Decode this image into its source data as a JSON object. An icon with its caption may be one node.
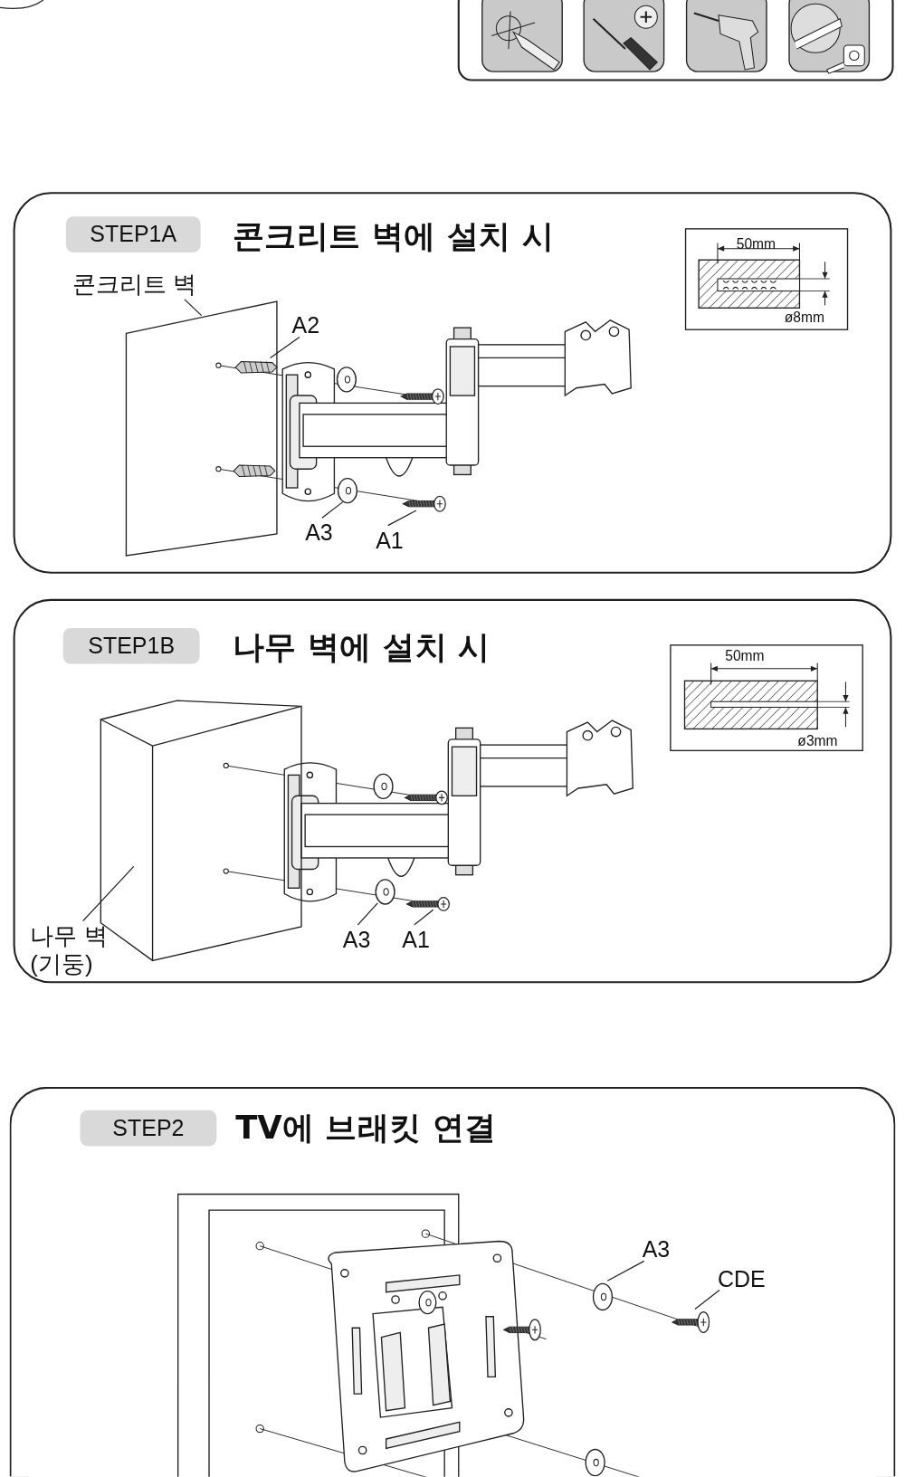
{
  "diagram": {
    "nodes": [
      {
        "text": [
          "콘크리트 벽에 설치 시"
        ]
      },
      {
        "text": [
          "STEP1A"
        ],
        "in": 0
      },
      {
        "text": [
          "콘크리트 벽"
        ],
        "in": 0
      },
      {
        "text": [],
        "shape": "picture",
        "in": 0
      },
      {
        "text": [
          "A2"
        ],
        "in": 0
      },
      {
        "text": [],
        "shape": "picture",
        "in": 3
      },
      {
        "text": [
          "A3"
        ],
        "in": 0
      },
      {
        "text": [],
        "shape": "picture",
        "in": 0
      },
      {
        "text": [
          "A1"
        ],
        "in": 0
      },
      {
        "text": [],
        "shape": "picture",
        "in": 0
      },
      {
        "text": [
          "나무 벽에 설치 시"
        ]
      },
      {
        "text": [
          "STEP1B"
        ],
        "in": 10
      },
      {
        "text": [
          "나무 벽 (기둥)"
        ],
        "in": 10
      },
      {
        "text": [],
        "shape": "picture",
        "in": 10
      },
      {
        "text": [
          "A3"
        ],
        "in": 10
      },
      {
        "text": [],
        "shape": "picture",
        "in": 10
      },
      {
        "text": [
          "A1"
        ],
        "in": 10
      },
      {
        "text": [],
        "shape": "picture",
        "in": 10
      },
      {
        "text": [
          "TV에 브래킷 연결"
        ]
      },
      {
        "text": [
          "STEP2"
        ],
        "in": 18
      },
      {
        "text": [
          "A3"
        ],
        "in": 18
      },
      {
        "text": [],
        "shape": "picture",
        "in": 18
      },
      {
        "text": [
          "CDE"
        ],
        "in": 18
      },
      {
        "text": [],
        "shape": "picture",
        "in": 18
      }
    ],
    "edges": [
      {
        "from": 2,
        "to": 3,
        "arrow": "none"
      },
      {
        "from": 4,
        "to": 5,
        "arrow": "none"
      },
      {
        "from": 6,
        "to": 7,
        "arrow": "none"
      },
      {
        "from": 8,
        "to": 9,
        "arrow": "none"
      },
      {
        "from": 12,
        "to": 13,
        "arrow": "none"
      },
      {
        "from": 14,
        "to": 15,
        "arrow": "none"
      },
      {
        "from": 16,
        "to": 17,
        "arrow": "none"
      },
      {
        "from": 20,
        "to": 21,
        "arrow": "none"
      },
      {
        "from": 22,
        "to": 23,
        "arrow": "none"
      }
    ],
    "labels": [
      "50mm",
      "ø8mm",
      "50mm",
      "ø3mm"
    ]
  }
}
